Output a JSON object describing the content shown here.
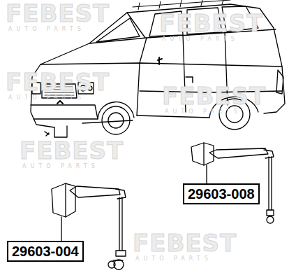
{
  "diagram": {
    "nodes": [
      {
        "text": [
          "29603-008"
        ]
      },
      {
        "text": [
          "29603-004"
        ]
      }
    ],
    "labels": [
      "FEBEST",
      "AUTO PARTS",
      "FEBEST",
      "AUTO PARTS",
      "FEBEST",
      "AUTO PARTS",
      "FEBEST",
      "AUTO PARTS",
      "FEBEST",
      "AUTO PARTS",
      "FEBEST",
      "AUTO PARTS"
    ]
  }
}
